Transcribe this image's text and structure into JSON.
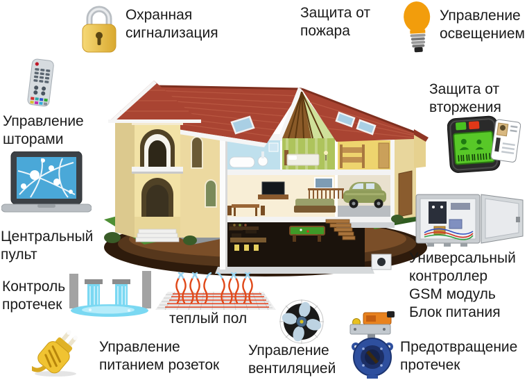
{
  "labels": {
    "security_alarm": {
      "lines": [
        "Охранная",
        "сигнализация"
      ]
    },
    "fire_protection": {
      "lines": [
        "Защита от",
        "пожара"
      ]
    },
    "lighting_control": {
      "lines": [
        "Управление",
        "освещением"
      ]
    },
    "curtain_control": {
      "lines": [
        "Управление",
        "шторами"
      ]
    },
    "intrusion_protection": {
      "lines": [
        "Защита от",
        "вторжения"
      ]
    },
    "central_console": {
      "lines": [
        "Центральный",
        "пульт"
      ]
    },
    "universal_controller": {
      "lines": [
        "Универсальный",
        "контроллер",
        "GSM модуль",
        "Блок питания"
      ]
    },
    "leak_monitoring": {
      "lines": [
        "Контроль",
        "протечек"
      ]
    },
    "warm_floor": {
      "lines": [
        "теплый пол"
      ]
    },
    "outlet_power": {
      "lines": [
        "Управление",
        "питанием розеток"
      ]
    },
    "ventilation_control": {
      "lines": [
        "Управление",
        "вентиляцией"
      ]
    },
    "leak_prevention": {
      "lines": [
        "Предотвращение",
        "протечек"
      ]
    }
  },
  "icons": {
    "padlock": "golden padlock with silver shackle",
    "light_bulb": "orange incandescent bulb with screw base",
    "remote_control": "gray remote control with colored buttons",
    "card_reader": "access control reader with green screen and id card",
    "laptop": "laptop showing network diagram on blue screen",
    "control_cabinet": "open electrical control cabinet with wiring",
    "water_sluice": "concrete sluice with two falling water streams",
    "warm_floor_mat": "underfloor heating mesh with rising heat waves",
    "fan": "ventilation fan with pale blades",
    "power_plug": "yellow power plug",
    "shutoff_valve": "motorized butterfly shutoff valve with orange actuator",
    "house": "cutaway two-storey house with basement and garage"
  },
  "colors": {
    "background": "#ffffff",
    "text": "#1a1a1a",
    "roof_red": "#a94432",
    "wall_cream": "#f0dfa3",
    "lock_gold": "#eec44e",
    "bulb_orange": "#f29d0c",
    "water_blue": "#7ad8f2",
    "screen_blue": "#4aa8d8",
    "reader_green": "#55c825",
    "plug_yellow": "#f0c332",
    "valve_blue": "#2e4f9e",
    "actuator_orange": "#e8821e",
    "grass_green": "#4e8f35",
    "soil_brown": "#5a3a1e"
  }
}
